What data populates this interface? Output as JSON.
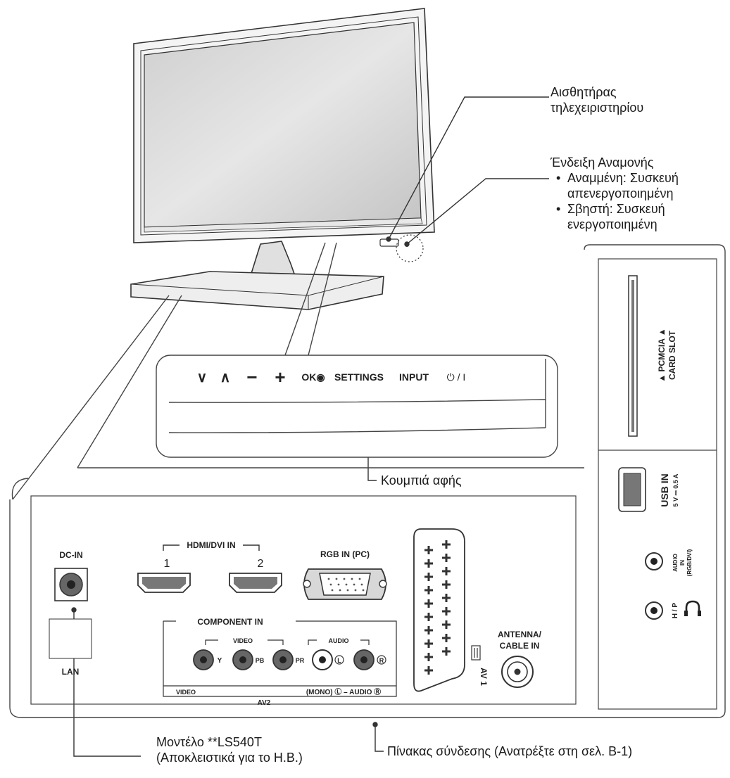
{
  "callouts": {
    "remote_sensor": [
      "Αισθητήρας",
      "τηλεχειριστηρίου"
    ],
    "standby_title": "Ένδειξη Αναμονής",
    "standby_on": [
      "Αναμμένη: Συσκευή",
      "απενεργοποιημένη"
    ],
    "standby_off": [
      "Σβηστή: Συσκευή",
      "ενεργοποιημένη"
    ],
    "touch_buttons": "Κουμπιά αφής",
    "model_note": [
      "Μοντέλο **LS540T",
      "(Αποκλειστικά για το Η.Β.)"
    ],
    "connection_panel": "Πίνακας σύνδεσης (Ανατρέξτε στη σελ. B-1)"
  },
  "buttons_panel": {
    "labels": [
      "∨",
      "∧",
      "−",
      "+",
      "OK◉",
      "SETTINGS",
      "INPUT",
      "⏻ / I"
    ]
  },
  "rear_panel": {
    "dc_in": "DC-IN",
    "lan": "LAN",
    "hdmi_group": "HDMI/DVI IN",
    "hdmi_1": "1",
    "hdmi_2": "2",
    "rgb_in": "RGB IN (PC)",
    "component_in": "COMPONENT IN",
    "video_group": "VIDEO",
    "audio_group": "AUDIO",
    "jack_y": "Y",
    "jack_pb": "PB",
    "jack_pr": "PR",
    "jack_l": "L",
    "jack_r": "R",
    "bottom_video": "VIDEO",
    "bottom_av2": "AV2",
    "bottom_mono_audio": "(MONO) Ⓛ – AUDIO Ⓡ",
    "av1": "AV 1",
    "antenna": [
      "ANTENNA/",
      "CABLE IN"
    ]
  },
  "side_panel": {
    "pcmcia": [
      "▲ PCMCIA ▲",
      "CARD SLOT"
    ],
    "usb_in": "USB IN",
    "usb_rating": "5 V ⎓ 0.5 A",
    "audio_in": [
      "AUDIO",
      "IN",
      "(RGB/DVI)"
    ],
    "headphone": "H / P"
  }
}
